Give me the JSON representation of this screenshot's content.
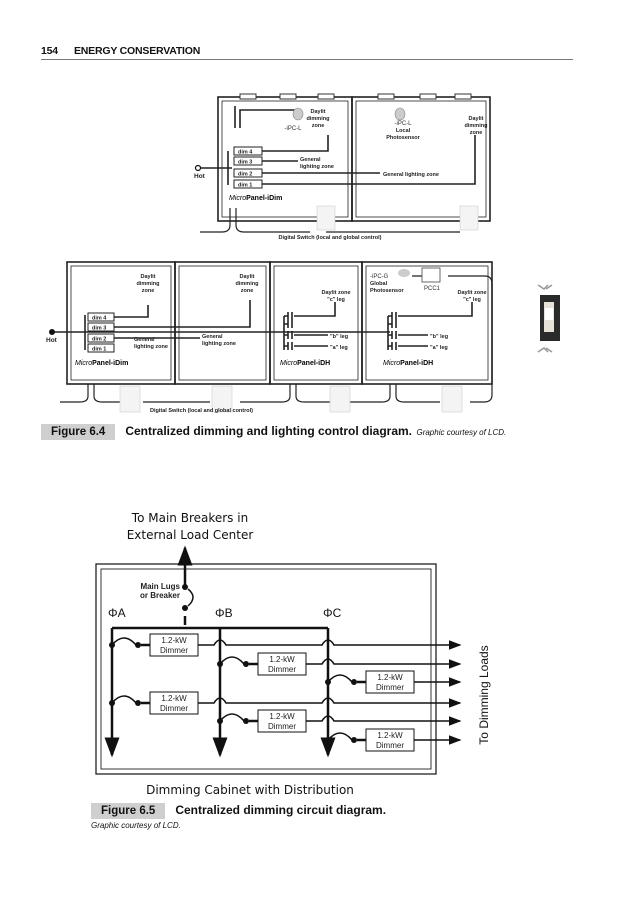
{
  "running_head": {
    "page_number": "154",
    "title": "ENERGY CONSERVATION"
  },
  "figure_6_4": {
    "label": "Figure 6.4",
    "caption": "Centralized dimming and lighting control diagram.",
    "credit": "Graphic courtesy of LCD.",
    "top_diagram": {
      "hot": "Hot",
      "dimmers": [
        "dim 4",
        "dim 3",
        "dim 2",
        "dim 1"
      ],
      "sensor1": "-iPC-L",
      "daylit1": [
        "Daylit",
        "dimming",
        "zone"
      ],
      "sensor2": [
        "-iPC-L",
        "Local",
        "Photosensor"
      ],
      "daylit2": [
        "Daylit",
        "dimming",
        "zone"
      ],
      "general1": [
        "General",
        "lighting zone"
      ],
      "general2": "General lighting zone",
      "panel_italic": "Micro",
      "panel_bold": "Panel-iDim",
      "switch_caption": "Digital Switch (local and global control)"
    },
    "bottom_diagram": {
      "hot": "Hot",
      "dimmers": [
        "dim 4",
        "dim 3",
        "dim 2",
        "dim 1"
      ],
      "daylit1": [
        "Daylit",
        "dimming",
        "zone"
      ],
      "daylit2": [
        "Daylit",
        "dimming",
        "zone"
      ],
      "general1": [
        "General",
        "lighting zone"
      ],
      "general2": [
        "General",
        "lighting zone"
      ],
      "panel1_italic": "Micro",
      "panel1_bold": "Panel-iDim",
      "daylit_c1": [
        "Daylit zone",
        "\"c\" leg"
      ],
      "b_leg": "\"b\" leg",
      "a_leg": "\"a\" leg",
      "panel2_italic": "Micro",
      "panel2_bold": "Panel-iDH",
      "global_sensor": [
        "-iPC-G",
        "Global",
        "Photosensor"
      ],
      "pcc": "PCC1",
      "daylit_c2": [
        "Daylit zone",
        "\"c\" leg"
      ],
      "panel3_italic": "Micro",
      "panel3_bold": "Panel-iDH",
      "switch_caption": "Digital Switch (local and global control)"
    }
  },
  "figure_6_5": {
    "label": "Figure 6.5",
    "caption": "Centralized dimming circuit diagram.",
    "credit": "Graphic courtesy of LCD.",
    "title_top": [
      "To Main Breakers in",
      "External Load Center"
    ],
    "main_lugs": [
      "Main Lugs",
      "or Breaker"
    ],
    "phases": [
      "ΦA",
      "ΦB",
      "ΦC"
    ],
    "dimmer_label": [
      "1.2-kW",
      "Dimmer"
    ],
    "loads_label": "To Dimming Loads",
    "bottom_title": "Dimming Cabinet with Distribution"
  }
}
